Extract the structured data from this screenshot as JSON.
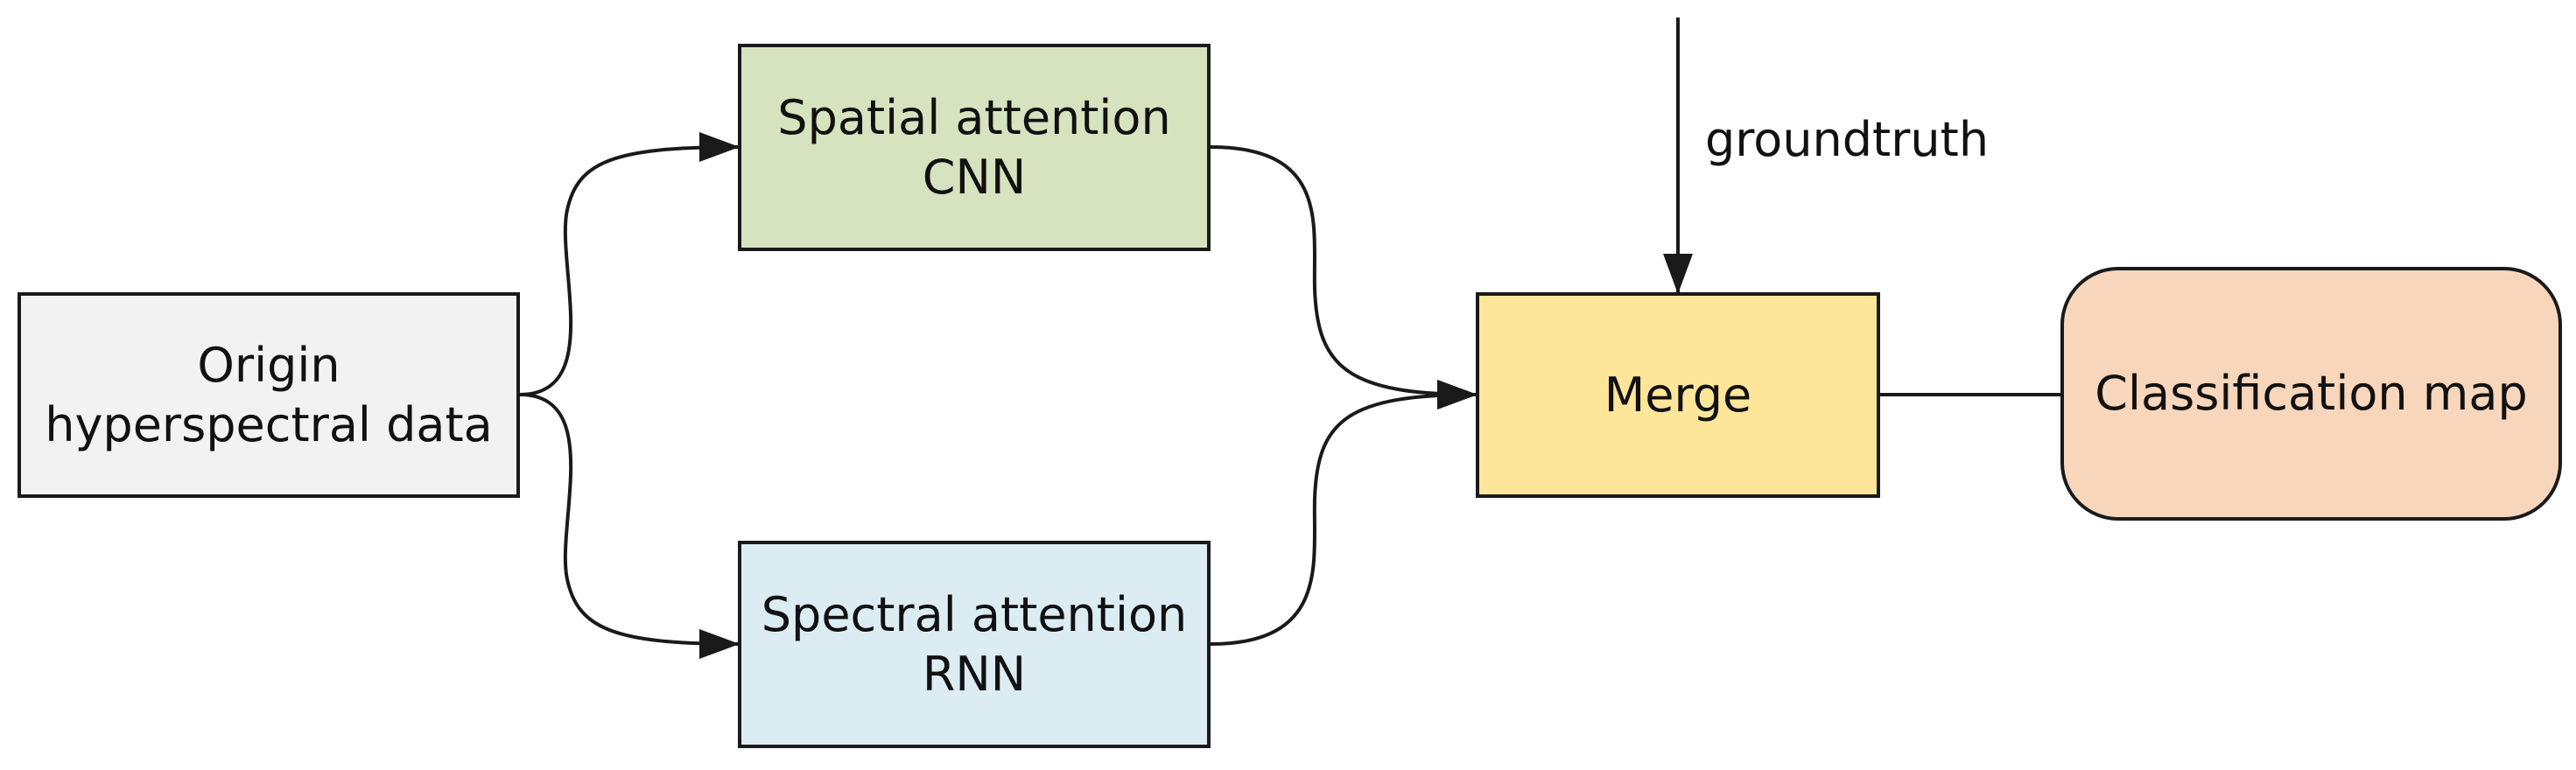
{
  "diagram": {
    "nodes": {
      "origin": {
        "lines": [
          "Origin",
          "hyperspectral data"
        ],
        "color": "#f2f2f2"
      },
      "spatial": {
        "lines": [
          "Spatial attention",
          "CNN"
        ],
        "color": "#d7e3bf"
      },
      "spectral": {
        "lines": [
          "Spectral attention",
          "RNN"
        ],
        "color": "#dbedf3"
      },
      "merge": {
        "lines": [
          "Merge"
        ],
        "color": "#fde59a"
      },
      "classification": {
        "lines": [
          "Classification map"
        ],
        "color": "#f8d6bc"
      }
    },
    "edge_labels": {
      "groundtruth": "groundtruth"
    },
    "colors": {
      "stroke": "#1a1a1a"
    }
  }
}
